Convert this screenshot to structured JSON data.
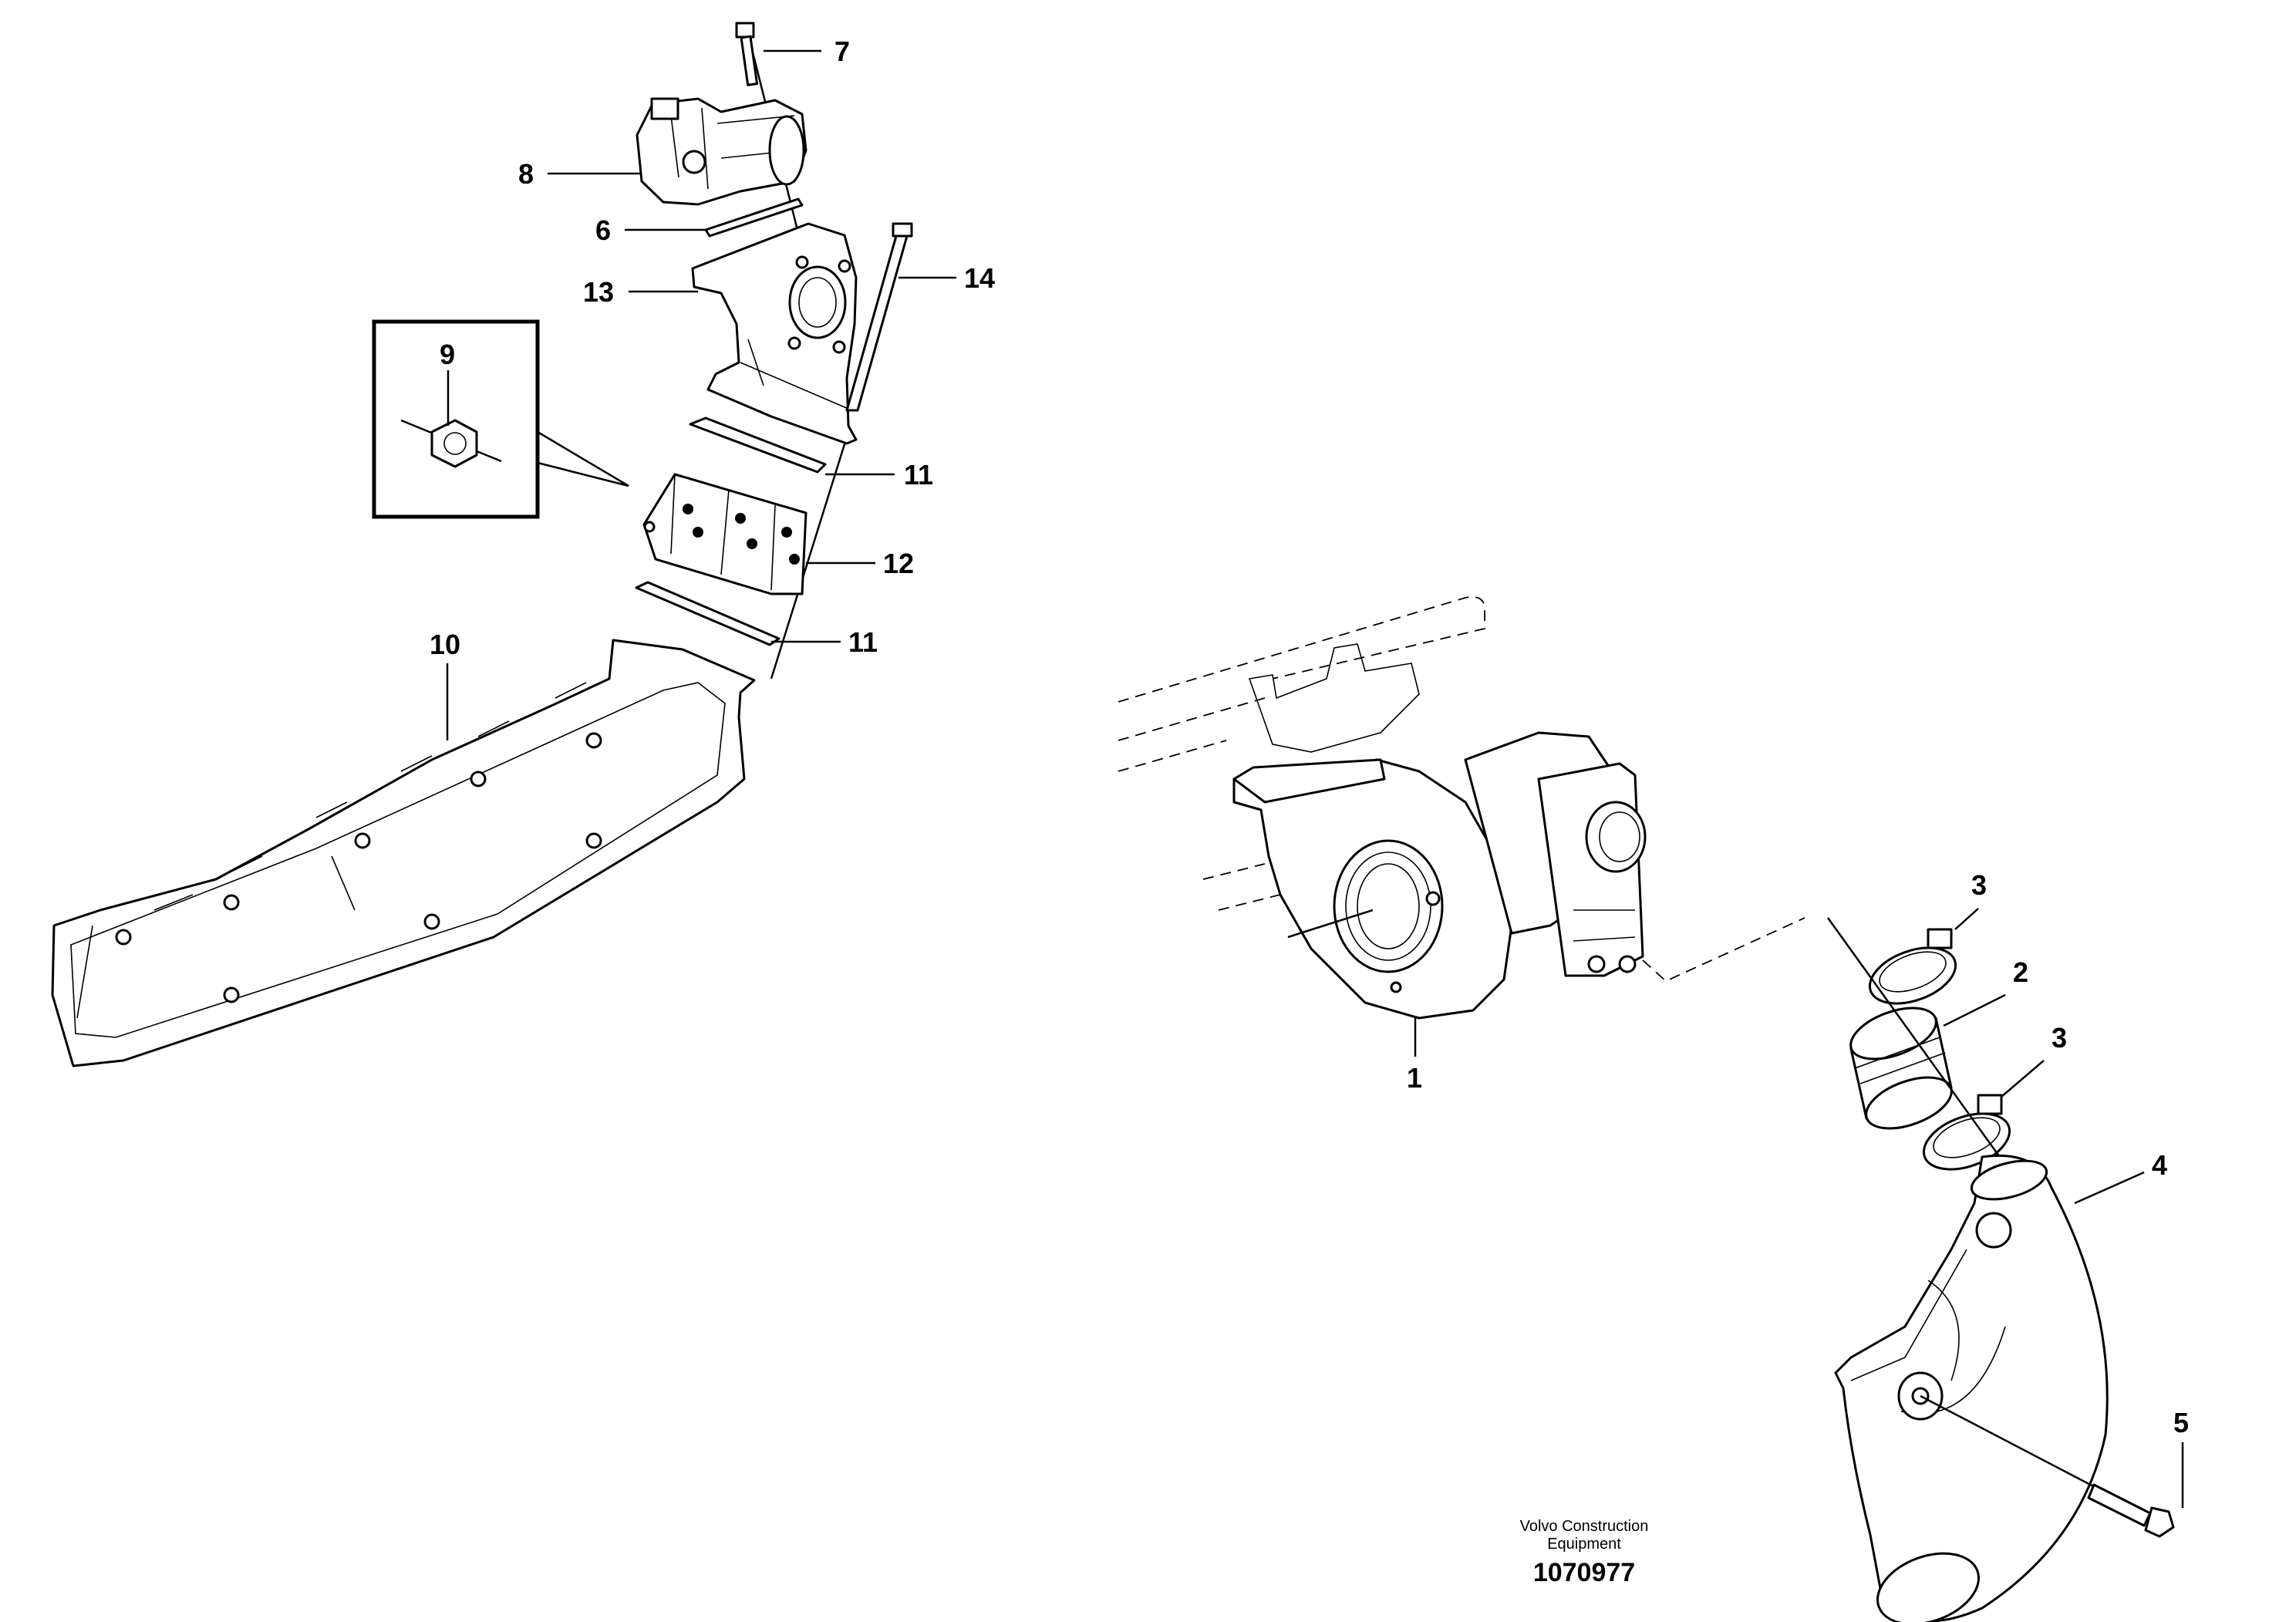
{
  "callouts": {
    "c1": "1",
    "c2": "2",
    "c3a": "3",
    "c3b": "3",
    "c4": "4",
    "c5": "5",
    "c6": "6",
    "c7": "7",
    "c8": "8",
    "c9": "9",
    "c10": "10",
    "c11a": "11",
    "c11b": "11",
    "c12": "12",
    "c13": "13",
    "c14": "14"
  },
  "footer": {
    "company_line1": "Volvo Construction",
    "company_line2": "Equipment",
    "document_number": "1070977"
  }
}
